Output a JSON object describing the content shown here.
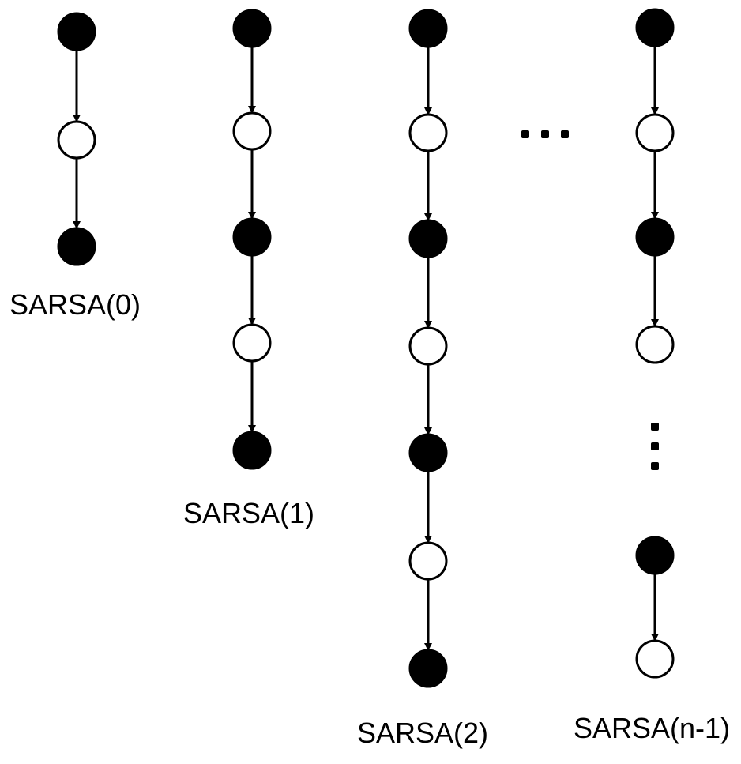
{
  "colors": {
    "state_fill": "#000000",
    "action_fill": "#ffffff",
    "stroke": "#000000",
    "background": "#ffffff"
  },
  "columns": [
    {
      "label": "SARSA(0)",
      "nodes": [
        "state",
        "action",
        "state"
      ],
      "ellipsis": false
    },
    {
      "label": "SARSA(1)",
      "nodes": [
        "state",
        "action",
        "state",
        "action",
        "state"
      ],
      "ellipsis": false
    },
    {
      "label": "SARSA(2)",
      "nodes": [
        "state",
        "action",
        "state",
        "action",
        "state",
        "action",
        "state"
      ],
      "ellipsis": false
    },
    {
      "label": "SARSA(n-1)",
      "nodes": [
        "state",
        "action",
        "state",
        "action",
        "state",
        "action"
      ],
      "ellipsis": true
    }
  ],
  "between_columns_ellipsis": true
}
